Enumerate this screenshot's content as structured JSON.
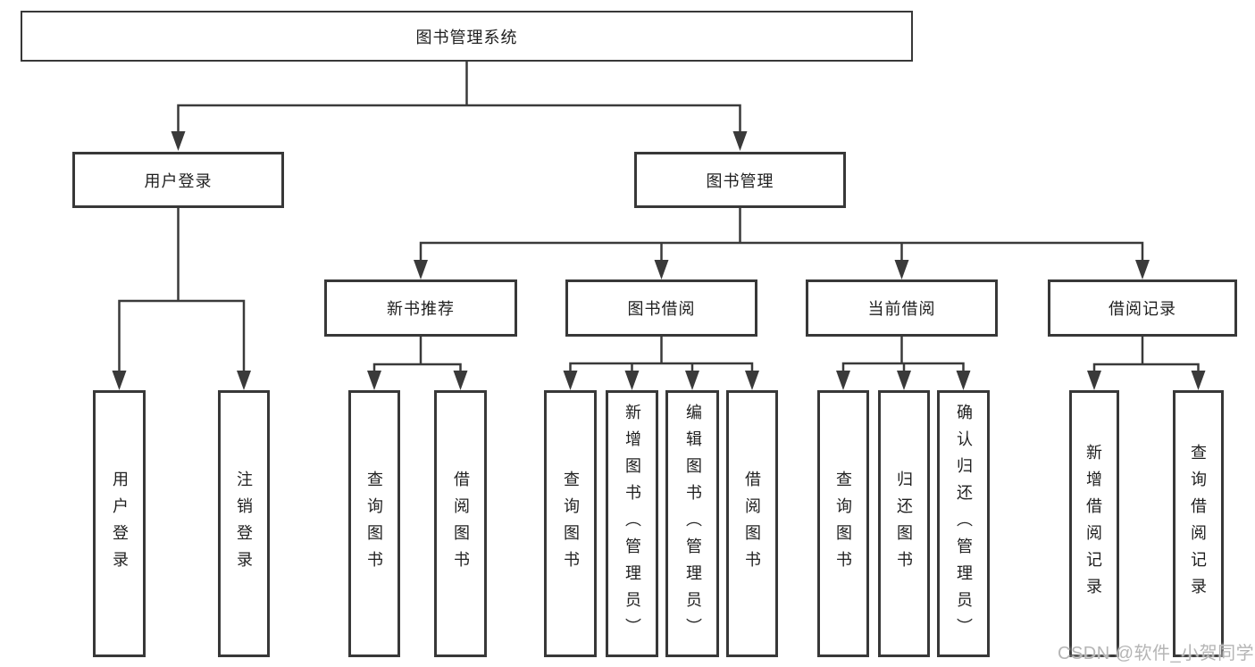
{
  "diagram": {
    "title": "图书管理系统",
    "level2": {
      "user_login": "用户登录",
      "book_mgmt": "图书管理"
    },
    "level3": {
      "new_books": "新书推荐",
      "book_borrow": "图书借阅",
      "current_borrow": "当前借阅",
      "borrow_records": "借阅记录"
    },
    "leaves": {
      "user_login_1": "用户登录",
      "user_login_2": "注销登录",
      "new_books_1": "查询图书",
      "new_books_2": "借阅图书",
      "book_borrow_1": "查询图书",
      "book_borrow_2": "新增图书（管理员）",
      "book_borrow_3": "编辑图书（管理员）",
      "book_borrow_4": "借阅图书",
      "current_borrow_1": "查询图书",
      "current_borrow_2": "归还图书",
      "current_borrow_3": "确认归还（管理员）",
      "records_1": "新增借阅记录",
      "records_2": "查询借阅记录"
    }
  },
  "watermark": {
    "text": "CSDN @软件_小贺同学"
  },
  "colors": {
    "line": "#3a3a3a",
    "border": "#383838",
    "text": "#1f1f1f",
    "watermark": "#b5b5b5",
    "background": "#ffffff"
  }
}
